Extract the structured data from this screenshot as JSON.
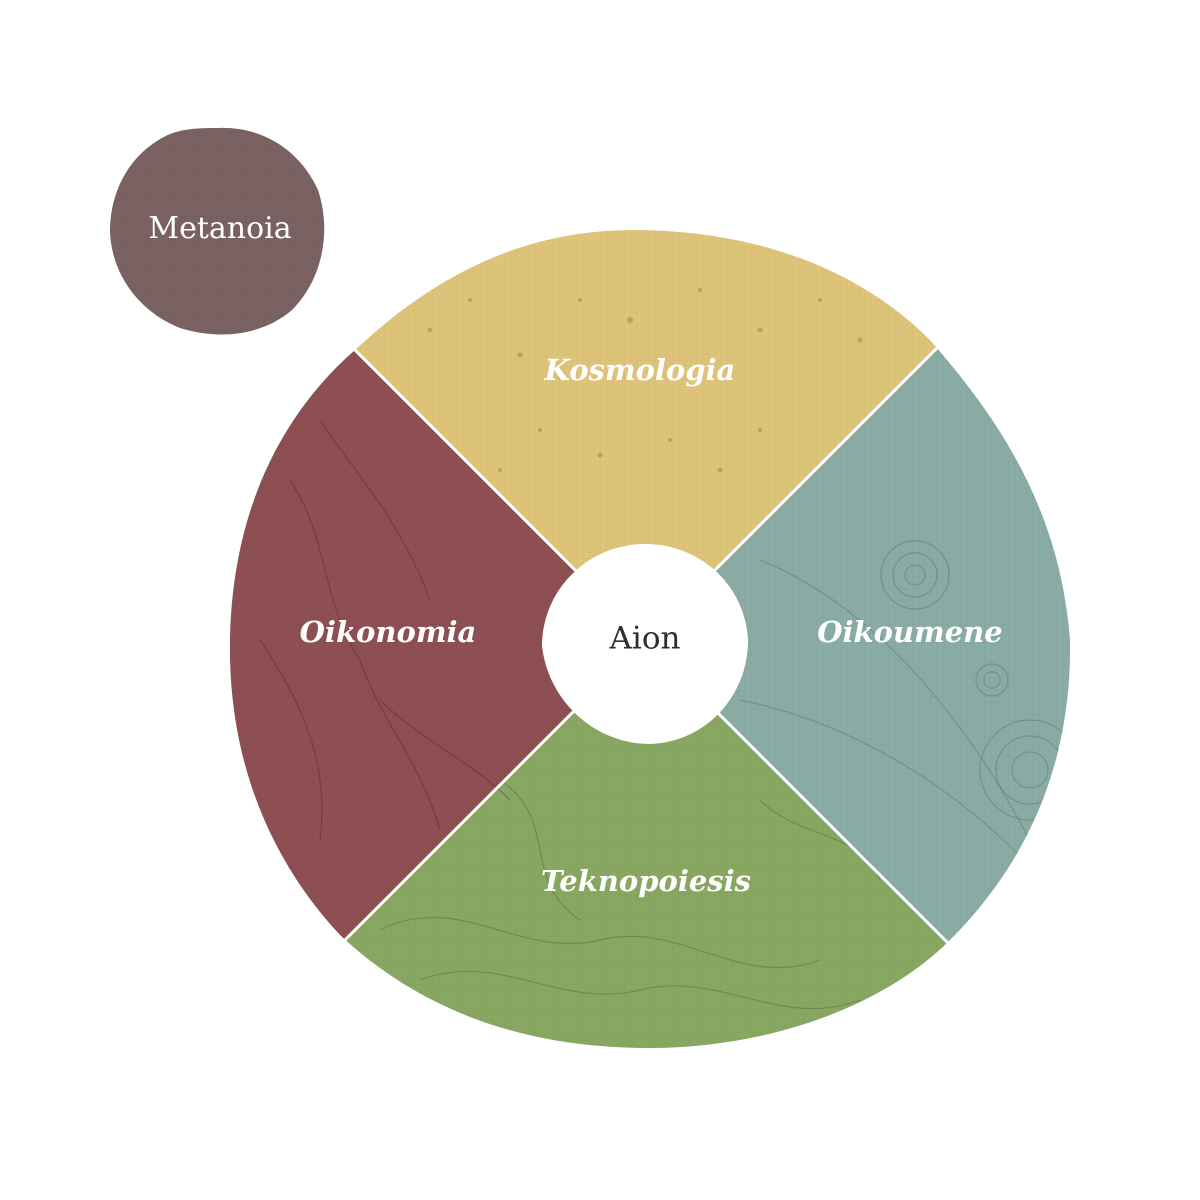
{
  "nodes": {
    "metanoia": {
      "label": "Metanoia",
      "color": "#7a6262"
    },
    "kosmologia": {
      "label": "Kosmologia",
      "color": "#dec479"
    },
    "oikoumene": {
      "label": "Oikoumene",
      "color": "#8aaca5"
    },
    "teknopoiesis": {
      "label": "Teknopoiesis",
      "color": "#88a862"
    },
    "oikonomia": {
      "label": "Oikonomia",
      "color": "#8e4f53"
    },
    "aion": {
      "label": "Aion",
      "color": "#ffffff"
    }
  },
  "divider_color": "#ffffff"
}
